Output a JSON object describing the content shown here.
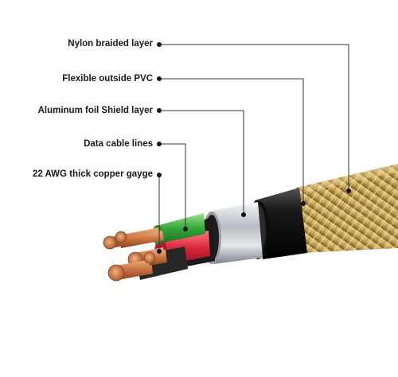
{
  "labels": [
    {
      "id": "nylon",
      "text": "Nylon braided layer"
    },
    {
      "id": "pvc",
      "text": "Flexible outside PVC"
    },
    {
      "id": "foil",
      "text": "Aluminum foil Shield layer"
    },
    {
      "id": "data",
      "text": "Data cable lines"
    },
    {
      "id": "copper",
      "text": "22 AWG thick copper gayge"
    }
  ],
  "colors": {
    "braid": "#c9a75a",
    "braid_dark": "#8a6a2a",
    "pvc": "#1c1c1c",
    "foil": "#c8ccd0",
    "inner_black": "#222222",
    "wire_green": "#3cb43c",
    "wire_red": "#d8283a",
    "copper": "#d78a55",
    "leader": "#333333"
  }
}
